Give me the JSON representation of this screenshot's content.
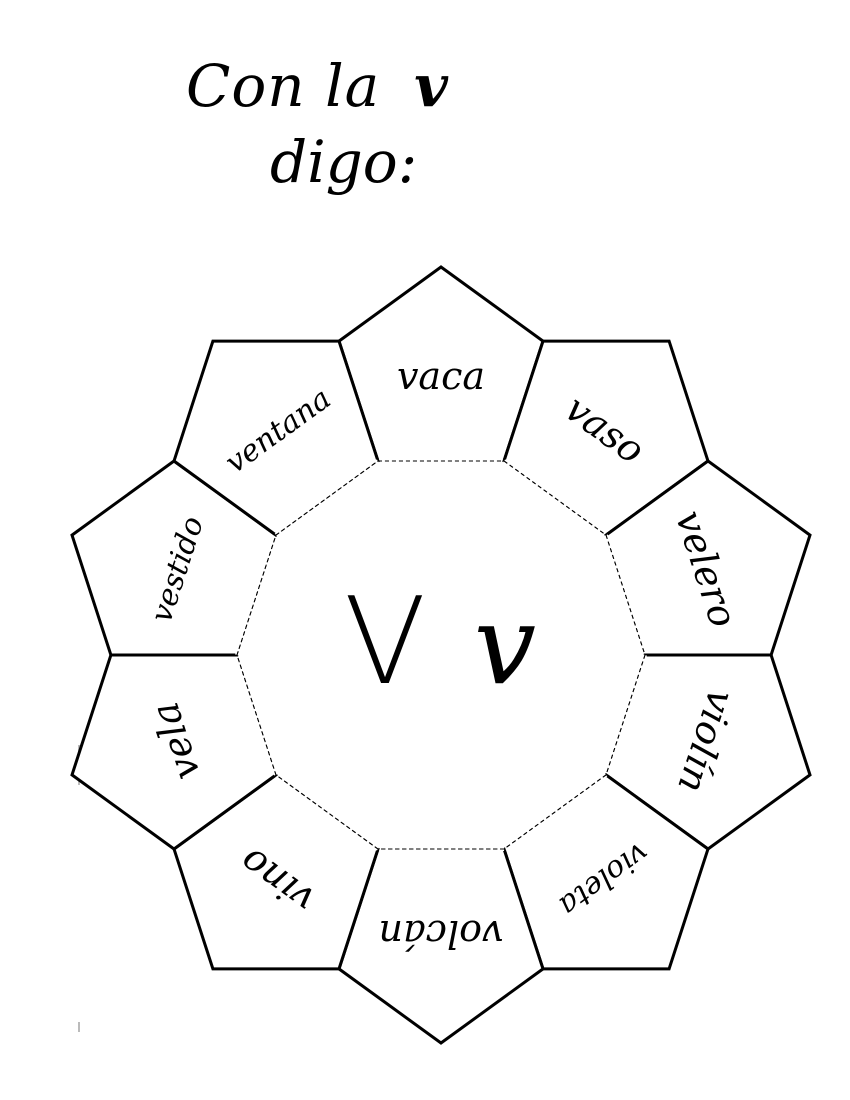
{
  "title": {
    "line1_text": "Con la",
    "line1_letter": "v",
    "line2_text": "digo:"
  },
  "center": {
    "upper": "V",
    "lower": "v"
  },
  "petals": [
    {
      "word": "vaca"
    },
    {
      "word": "vaso"
    },
    {
      "word": "velero"
    },
    {
      "word": "violín"
    },
    {
      "word": "violeta"
    },
    {
      "word": "volcán"
    },
    {
      "word": "vino"
    },
    {
      "word": "vela"
    },
    {
      "word": "vestido"
    },
    {
      "word": "ventana"
    }
  ]
}
